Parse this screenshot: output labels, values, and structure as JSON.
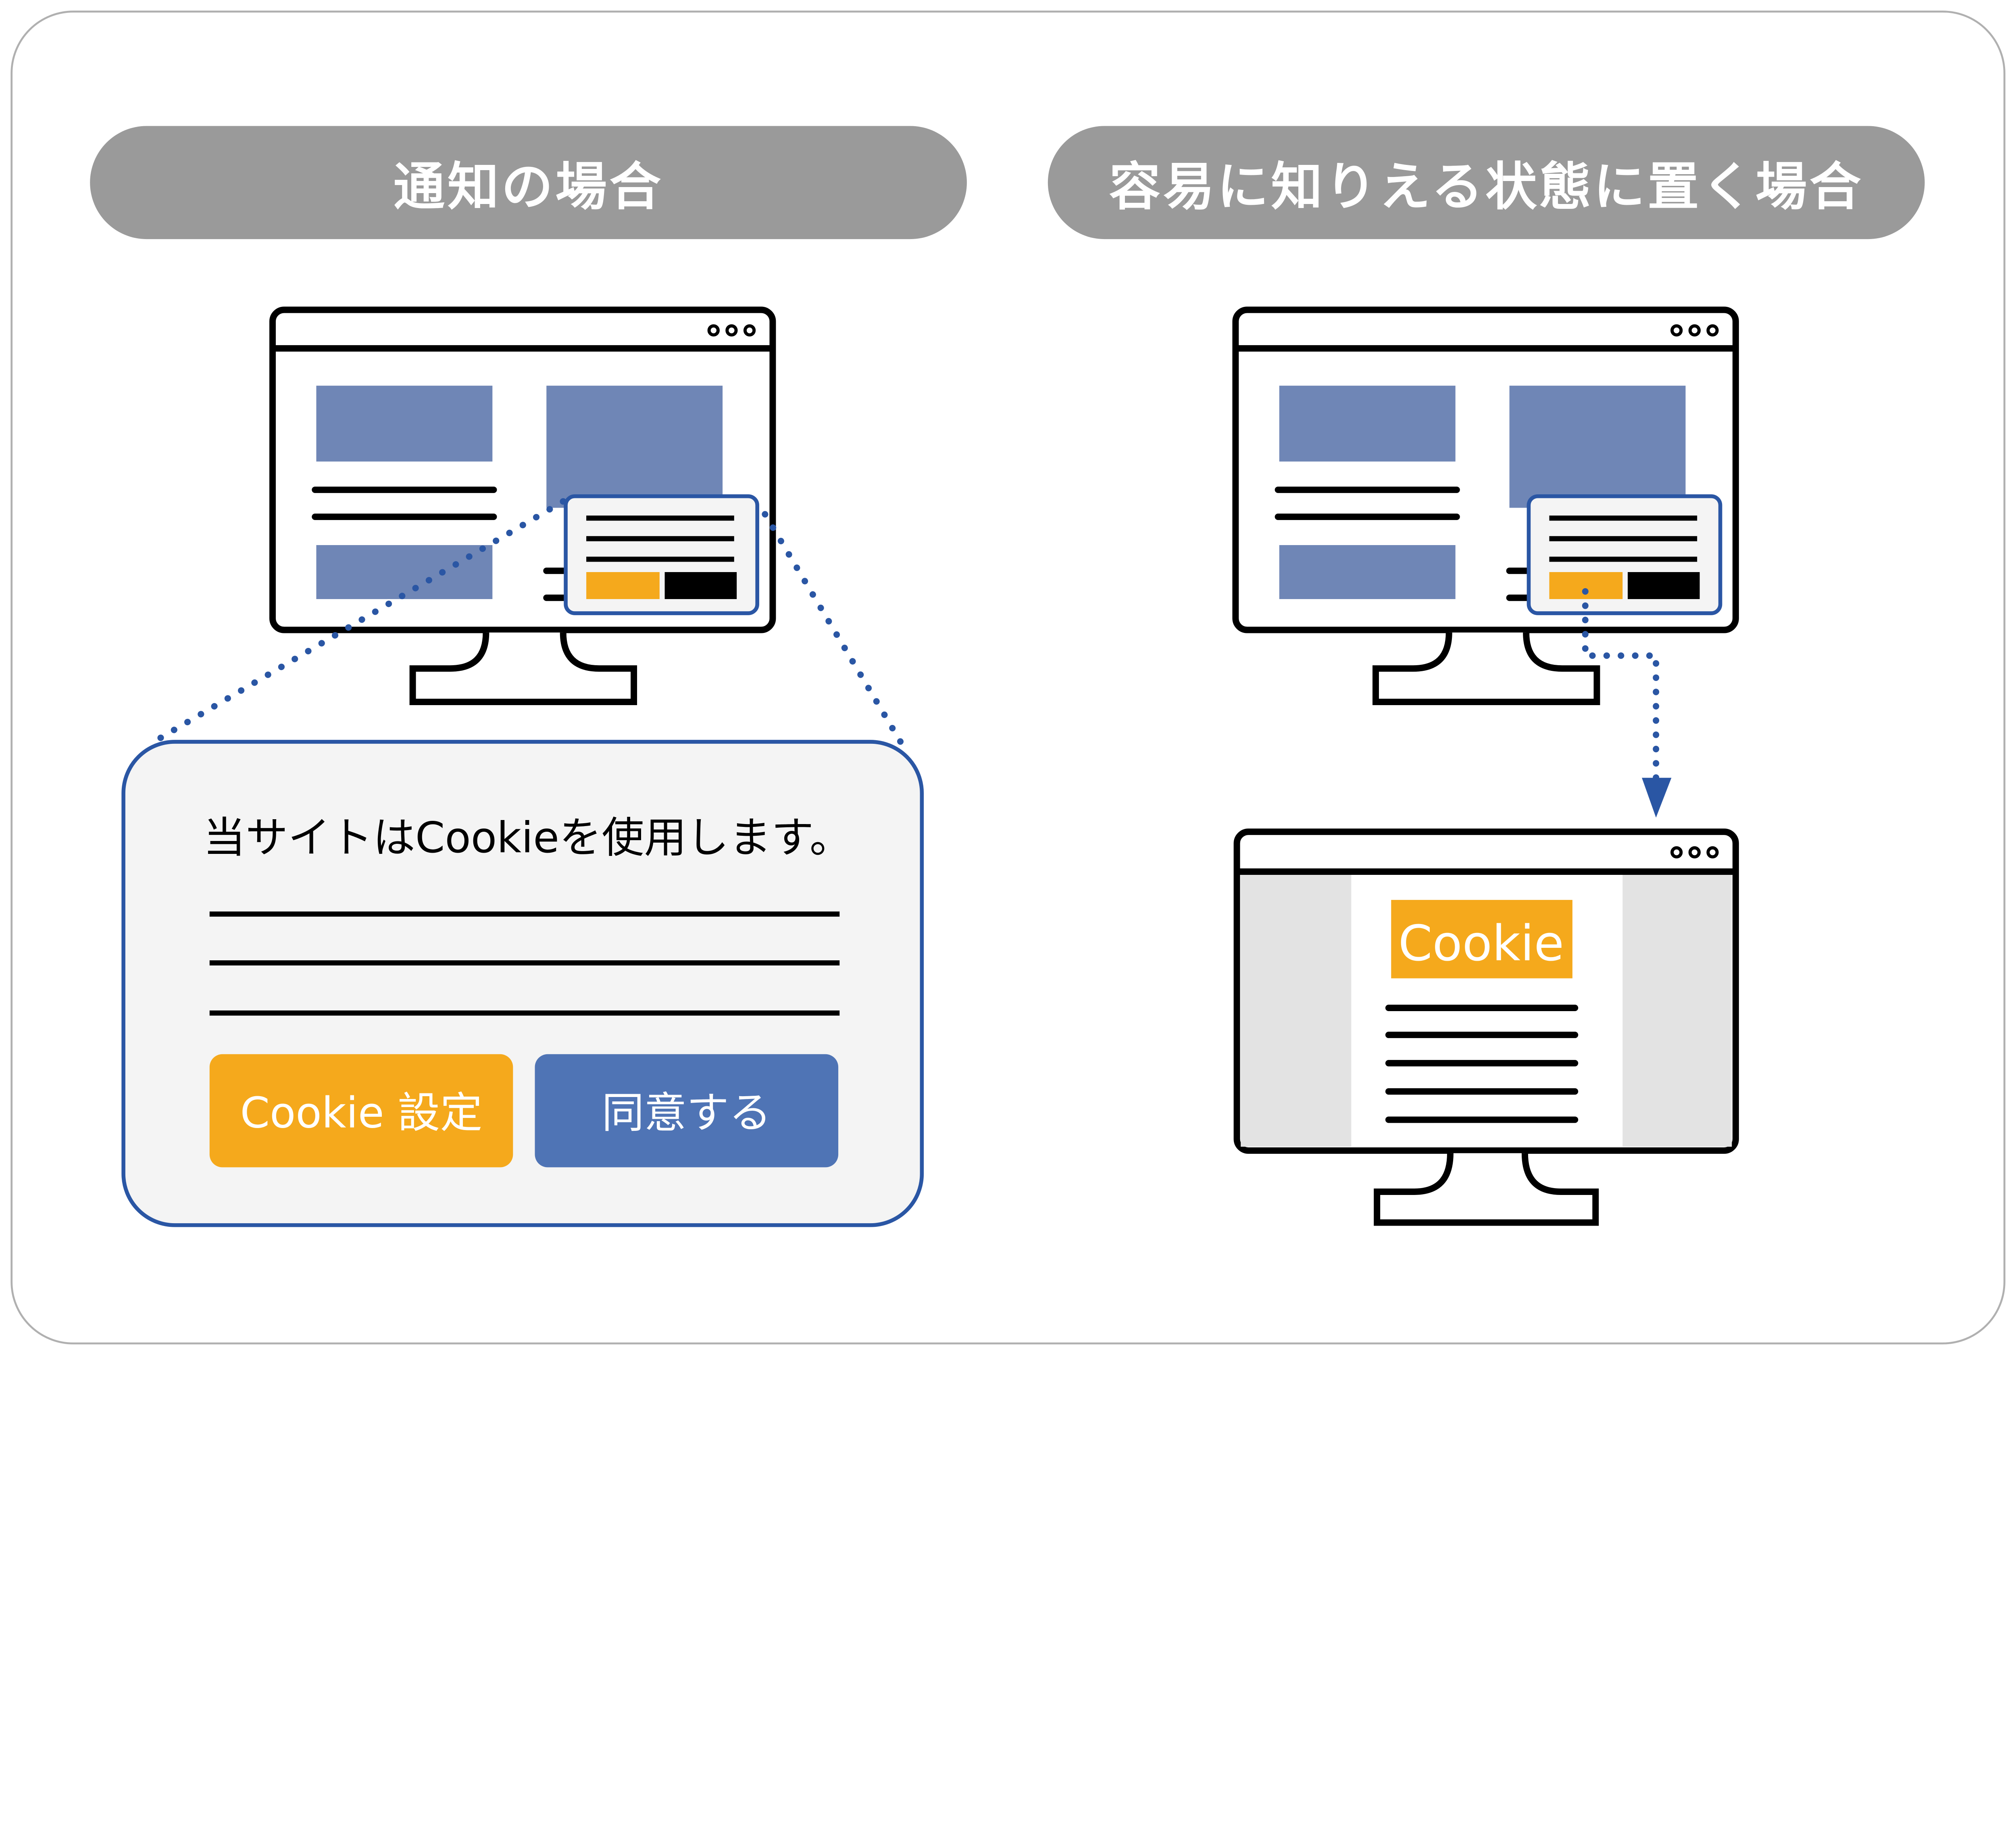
{
  "panels": {
    "left_title": "通知の場合",
    "right_title": "容易に知りえる状態に置く場合"
  },
  "callout": {
    "message": "当サイトはCookieを使用します。",
    "settings_button": "Cookie 設定",
    "agree_button": "同意する"
  },
  "policy_page": {
    "heading": "Cookie"
  },
  "colors": {
    "pill": "#9a9a9a",
    "block": "#6f86b6",
    "accent_blue": "#2a56a4",
    "button_blue": "#4f74b5",
    "orange": "#f5a91c",
    "panel_bg": "#f4f4f4",
    "side_gray": "#e3e3e3"
  }
}
